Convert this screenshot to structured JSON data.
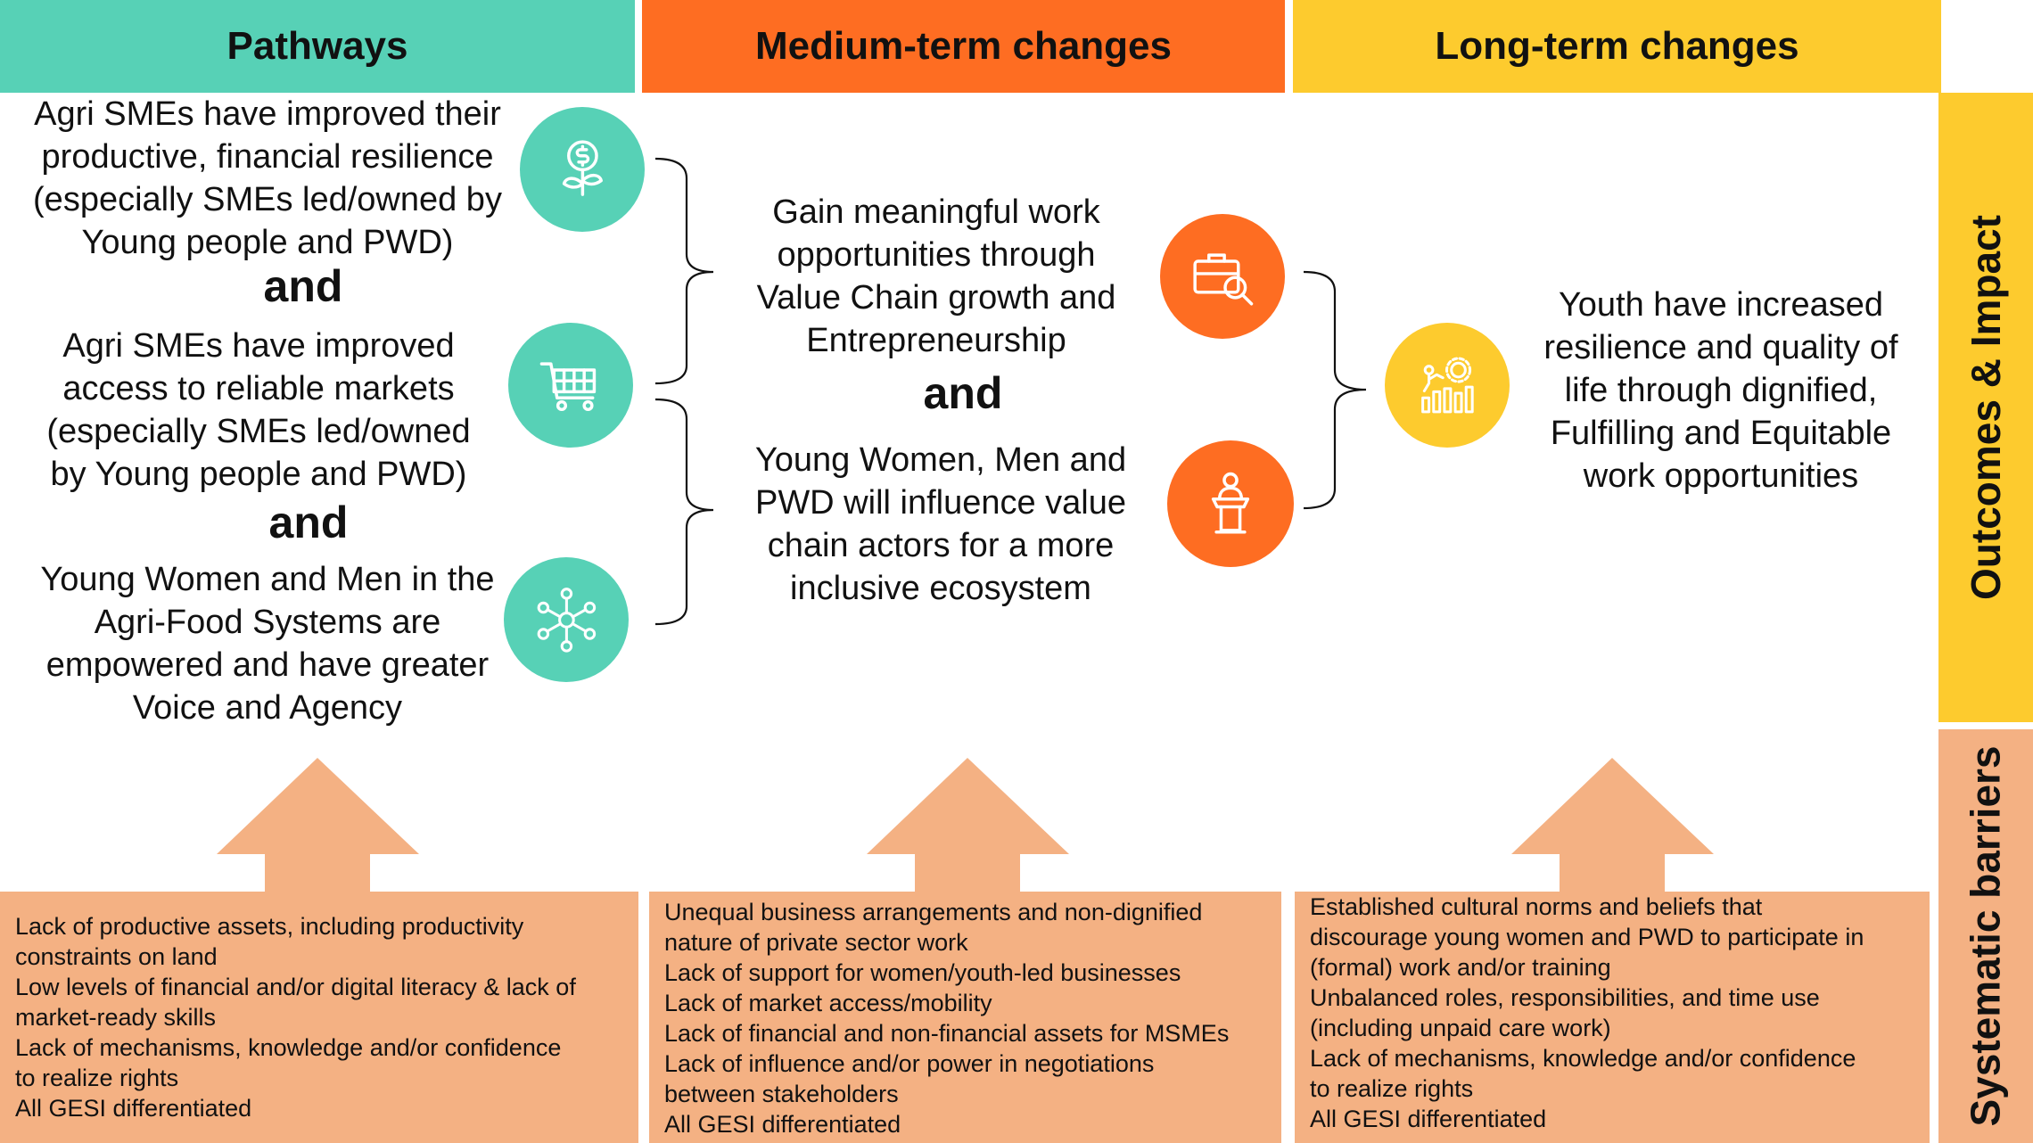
{
  "headers": {
    "pathways": "Pathways",
    "medium": "Medium-term changes",
    "long": "Long-term changes"
  },
  "side_labels": {
    "outcomes": "Outcomes & Impact",
    "barriers": "Systematic barriers"
  },
  "pathways": {
    "p1_lines": [
      "Agri SMEs have improved their",
      "productive, financial resilience",
      "(especially SMEs led/owned by",
      "Young people and PWD)"
    ],
    "and1": "and",
    "p2_lines": [
      "Agri SMEs have improved",
      "access to reliable markets",
      "(especially SMEs led/owned",
      "by Young people and PWD)"
    ],
    "and2": "and",
    "p3_lines": [
      "Young Women and Men in the",
      "Agri-Food Systems are",
      "empowered and have greater",
      "Voice and Agency"
    ]
  },
  "medium": {
    "m1_lines": [
      "Gain meaningful work",
      "opportunities through",
      "Value Chain  growth and",
      "Entrepreneurship"
    ],
    "and": "and",
    "m2_lines": [
      "Young Women, Men and",
      "PWD will influence value",
      "chain actors for a more",
      "inclusive ecosystem"
    ]
  },
  "long": {
    "l1_lines": [
      "Youth have increased",
      "resilience and quality of",
      "life through dignified,",
      "Fulfilling and Equitable",
      "work opportunities"
    ]
  },
  "icons": {
    "p1": "money-plant-icon",
    "p2": "shopping-cart-icon",
    "p3": "network-people-icon",
    "m1": "briefcase-search-icon",
    "m2": "speaker-podium-icon",
    "l1": "growth-chart-gear-icon"
  },
  "barriers": {
    "col1": [
      "Lack of productive assets, including productivity",
      "constraints on land",
      "Low levels of financial and/or digital literacy & lack of",
      "market-ready skills",
      "Lack of mechanisms, knowledge and/or confidence",
      "to realize rights",
      "All GESI differentiated"
    ],
    "col2": [
      "Unequal business arrangements and non-dignified",
      "nature of private sector work",
      "Lack of support for women/youth-led businesses",
      "Lack of market access/mobility",
      "Lack of financial and non-financial assets for MSMEs",
      "Lack of influence and/or power in negotiations",
      "between stakeholders",
      "All GESI differentiated"
    ],
    "col3": [
      "Established cultural norms and beliefs that",
      "discourage young women and PWD to participate in",
      "(formal) work and/or training",
      "Unbalanced roles, responsibilities, and time use",
      "(including unpaid care work)",
      "Lack of mechanisms, knowledge and/or confidence",
      "to realize rights",
      "All GESI differentiated"
    ]
  },
  "colors": {
    "teal": "#57d1b6",
    "orange": "#fe6d22",
    "yellow": "#fdcb2e",
    "peach": "#f4b183",
    "text": "#111111"
  }
}
